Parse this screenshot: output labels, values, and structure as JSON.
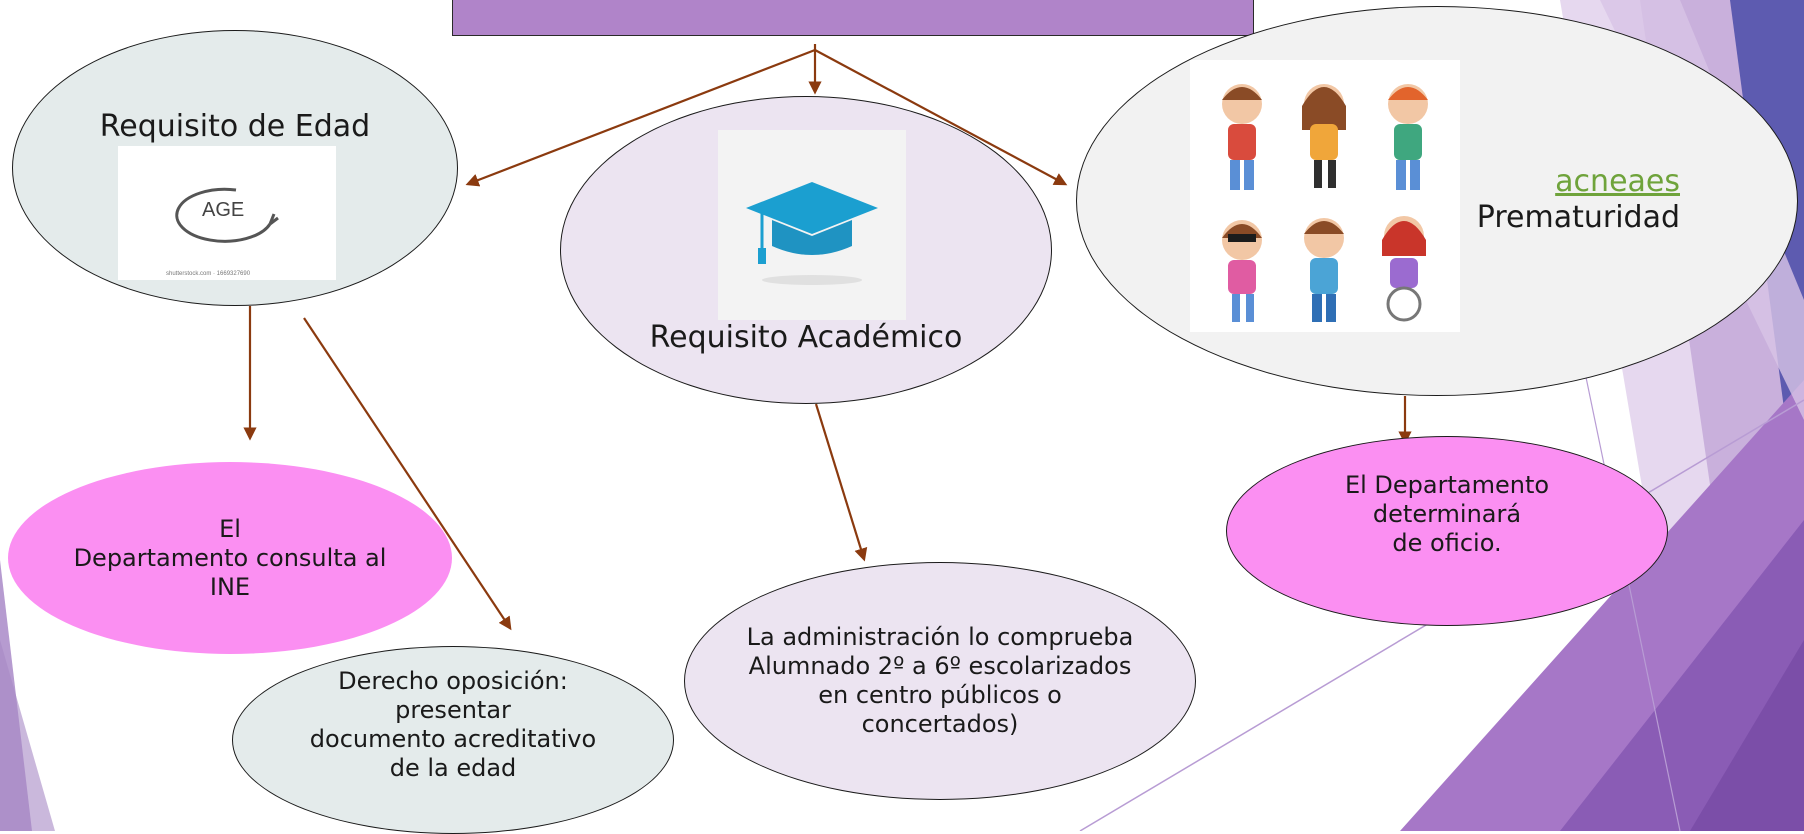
{
  "colors": {
    "arrow": "#8b3a0f",
    "title_fill": "#b084c9",
    "light_blue": "#e4ebeb",
    "lavender": "#ece4f1",
    "light_gray": "#f2f2f2",
    "pink": "#fb8ff2",
    "link": "#6fa33b",
    "deco_purple": "#7b4ea8",
    "deco_blue": "#5d5bb0"
  },
  "nodes": {
    "age": {
      "label": "Requisito de Edad",
      "image_icon": "age-cycle-icon",
      "image_text": "AGE",
      "image_caption": "shutterstock.com · 1669327690"
    },
    "academic": {
      "label": "Requisito Académico",
      "image_icon": "graduation-cap-icon"
    },
    "special": {
      "link": "acneaes",
      "label": "Prematuridad",
      "image_icon": "children-illustration-icon"
    },
    "ine": {
      "lines": [
        "El",
        "Departamento consulta al",
        "INE"
      ]
    },
    "opposition": {
      "lines": [
        "Derecho oposición:",
        "presentar",
        "documento acreditativo",
        "de la edad"
      ]
    },
    "verify": {
      "lines": [
        "La administración lo comprueba",
        "Alumnado 2º a 6º escolarizados",
        "en centro públicos o",
        "concertados)"
      ]
    },
    "office": {
      "lines": [
        "El Departamento",
        "determinará",
        "de oficio."
      ]
    }
  }
}
